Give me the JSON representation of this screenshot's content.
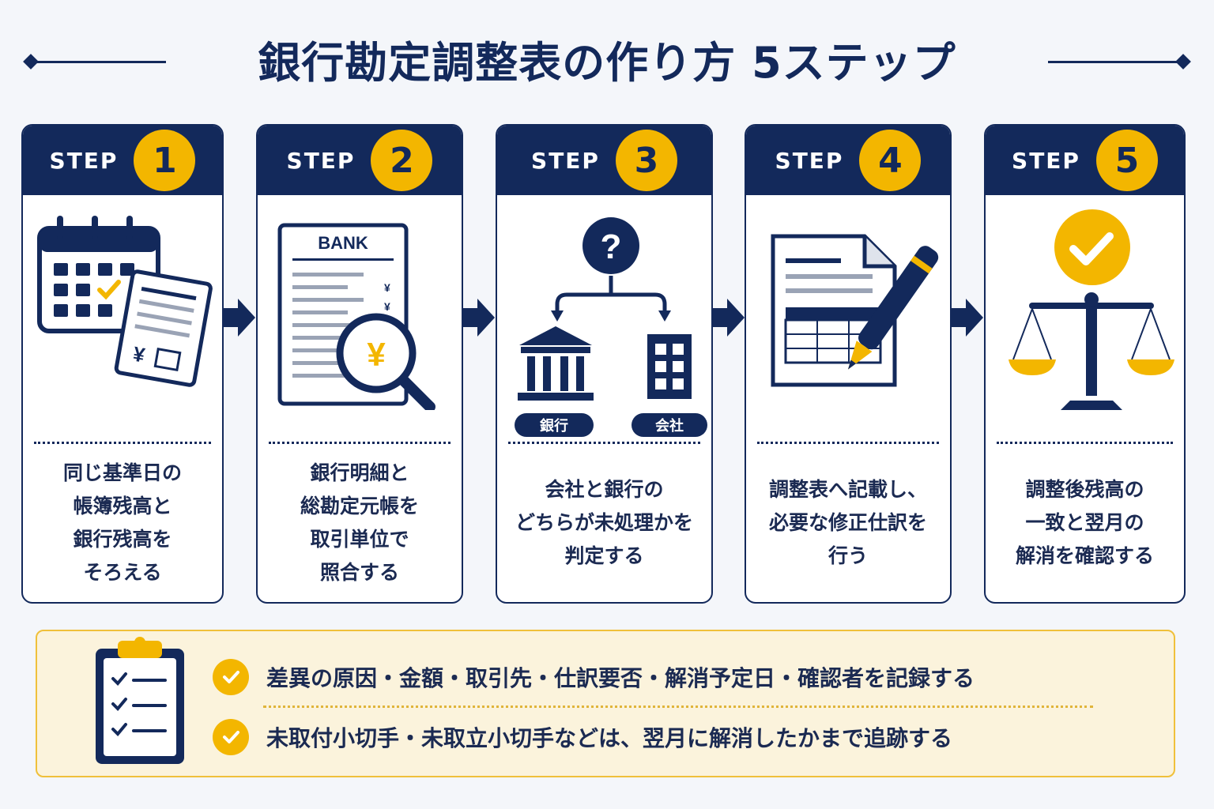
{
  "title": "銀行勘定調整表の作り方 5ステップ",
  "step_word": "STEP",
  "steps": [
    {
      "number": "1",
      "text": "同じ基準日の\n帳簿残高と\n銀行残高を\nそろえる",
      "icon": "calendar-document-icon"
    },
    {
      "number": "2",
      "text": "銀行明細と\n総勘定元帳を\n取引単位で\n照合する",
      "icon": "bank-statement-magnifier-icon",
      "statement_label": "BANK",
      "yen": "¥"
    },
    {
      "number": "3",
      "text": "会社と銀行の\nどちらが未処理かを\n判定する",
      "icon": "question-branch-icon",
      "question": "?",
      "bank_tag": "銀行",
      "company_tag": "会社"
    },
    {
      "number": "4",
      "text": "調整表へ記載し、\n必要な修正仕訳を\n行う",
      "icon": "document-pen-icon"
    },
    {
      "number": "5",
      "text": "調整後残高の\n一致と翌月の\n解消を確認する",
      "icon": "check-scale-icon"
    }
  ],
  "notes": [
    "差異の原因・金額・取引先・仕訳要否・解消予定日・確認者を記録する",
    "未取付小切手・未取立小切手などは、翌月に解消したかまで追跡する"
  ],
  "colors": {
    "navy": "#13295b",
    "accent": "#f3b600",
    "note_bg": "#fbf3dc"
  }
}
